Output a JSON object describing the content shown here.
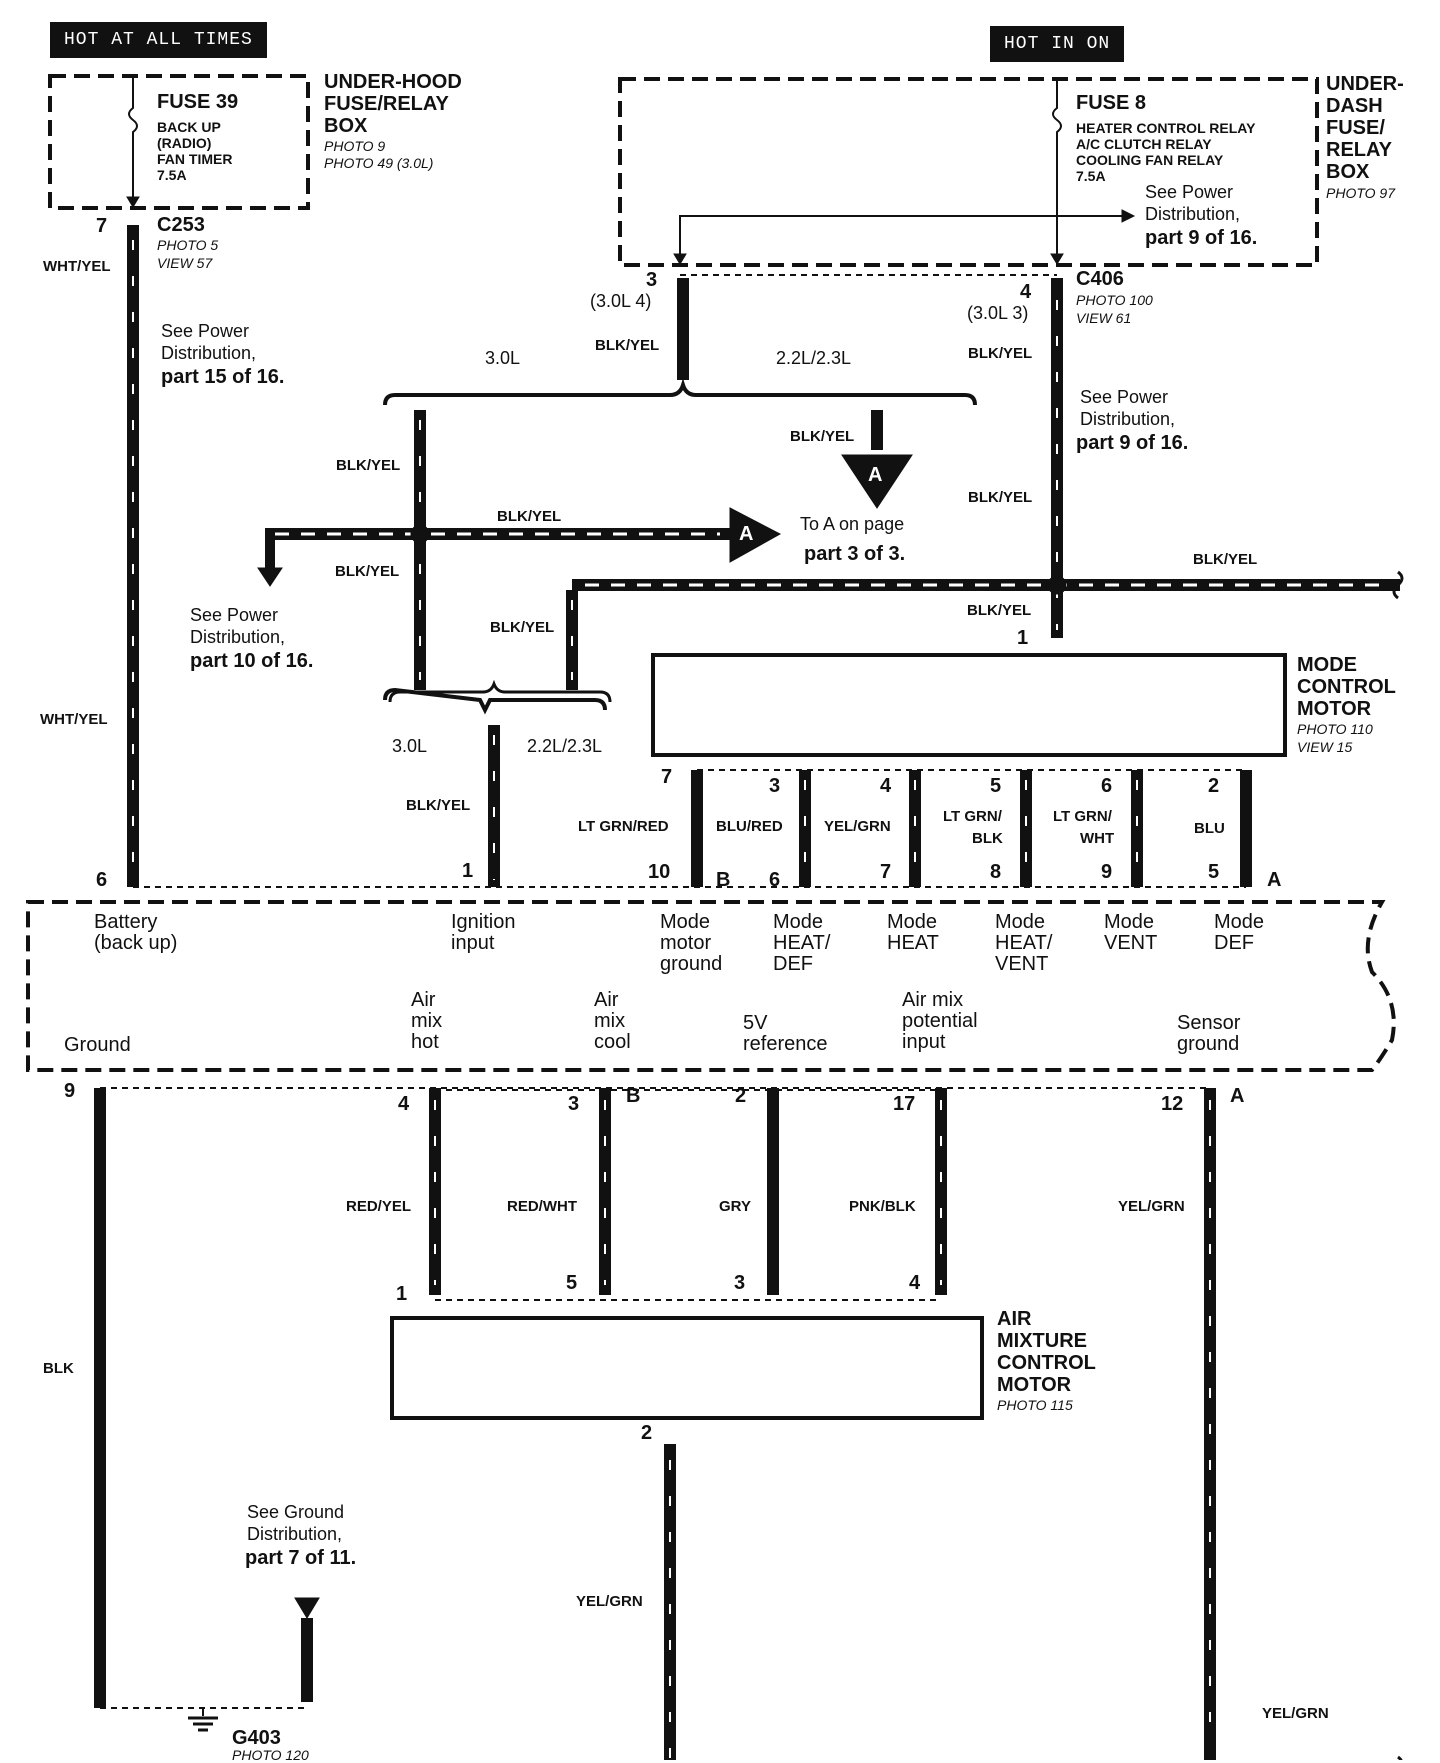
{
  "badges": {
    "hot_all_times": "HOT AT ALL TIMES",
    "hot_in_on": "HOT IN ON"
  },
  "fuse39": {
    "title": "FUSE 39",
    "lines": [
      "BACK UP",
      "(RADIO)",
      "FAN TIMER",
      "7.5A"
    ]
  },
  "under_hood": {
    "lines": [
      "UNDER-HOOD",
      "FUSE/RELAY",
      "BOX"
    ],
    "photo1": "PHOTO 9",
    "photo2": "PHOTO 49 (3.0L)"
  },
  "fuse8": {
    "title": "FUSE 8",
    "lines": [
      "HEATER CONTROL RELAY",
      "A/C CLUTCH RELAY",
      "COOLING FAN RELAY",
      "7.5A"
    ]
  },
  "under_dash": {
    "lines": [
      "UNDER-",
      "DASH",
      "FUSE/",
      "RELAY",
      "BOX"
    ],
    "photo": "PHOTO 97"
  },
  "c253": {
    "name": "C253",
    "photo": "PHOTO 5",
    "view": "VIEW 57",
    "pin": "7"
  },
  "c406": {
    "name": "C406",
    "photo": "PHOTO 100",
    "view": "VIEW 61",
    "pin": "4",
    "alt": "(3.0L 3)"
  },
  "left_conn": {
    "pin": "3",
    "alt": "(3.0L 4)"
  },
  "wires": {
    "wht_yel": "WHT/YEL",
    "blk_yel": "BLK/YEL",
    "lt_grn_red": "LT GRN/RED",
    "blu_red": "BLU/RED",
    "yel_grn": "YEL/GRN",
    "lt_grn_blk_1": "LT GRN/",
    "lt_grn_blk_2": "BLK",
    "lt_grn_wht_1": "LT GRN/",
    "lt_grn_wht_2": "WHT",
    "blu": "BLU",
    "red_yel": "RED/YEL",
    "red_wht": "RED/WHT",
    "gry": "GRY",
    "pnk_blk": "PNK/BLK",
    "blk": "BLK"
  },
  "refs": {
    "pd15": {
      "l1": "See Power",
      "l2": "Distribution,",
      "l3": "part 15 of 16."
    },
    "pd9_top": {
      "l1": "See Power",
      "l2": "Distribution,",
      "l3": "part 9  of 16."
    },
    "pd9_mid": {
      "l1": "See Power",
      "l2": "Distribution,",
      "l3": "part 9  of 16."
    },
    "pd10": {
      "l1": "See Power",
      "l2": "Distribution,",
      "l3": "part 10 of 16."
    },
    "to_a": {
      "l1": "To A on page",
      "l2": "part 3 of 3."
    },
    "gd7": {
      "l1": "See Ground",
      "l2": "Distribution,",
      "l3": "part 7 of 11."
    }
  },
  "variants": {
    "v30": "3.0L",
    "v22": "2.2L/2.3L"
  },
  "connector_letter": "A",
  "mode_motor": {
    "lines": [
      "MODE",
      "CONTROL",
      "MOTOR"
    ],
    "photo": "PHOTO 110",
    "view": "VIEW 15",
    "pins": [
      "7",
      "3",
      "4",
      "5",
      "6",
      "2"
    ]
  },
  "unit_pins_top": {
    "p6": "6",
    "p1": "1",
    "p10": "10",
    "b": "B",
    "p6b": "6",
    "p7": "7",
    "p8": "8",
    "p9": "9",
    "p5": "5",
    "a": "A"
  },
  "unit_labels": {
    "battery": [
      "Battery",
      "(back up)"
    ],
    "ignition": [
      "Ignition",
      "input"
    ],
    "mode_ground": [
      "Mode",
      "motor",
      "ground"
    ],
    "mode_heat_def": [
      "Mode",
      "HEAT/",
      "DEF"
    ],
    "mode_heat": [
      "Mode",
      "HEAT"
    ],
    "mode_heat_vent": [
      "Mode",
      "HEAT/",
      "VENT"
    ],
    "mode_vent": [
      "Mode",
      "VENT"
    ],
    "mode_def": [
      "Mode",
      "DEF"
    ],
    "ground": "Ground",
    "air_hot": [
      "Air",
      "mix",
      "hot"
    ],
    "air_cool": [
      "Air",
      "mix",
      "cool"
    ],
    "ref5v": [
      "5V",
      "reference"
    ],
    "air_pot": [
      "Air mix",
      "potential",
      "input"
    ],
    "sensor_gnd": [
      "Sensor",
      "ground"
    ]
  },
  "unit_pins_bottom": {
    "p9": "9",
    "p4": "4",
    "p3": "3",
    "b": "B",
    "p2": "2",
    "p17": "17",
    "p12": "12",
    "a": "A"
  },
  "air_motor": {
    "lines": [
      "AIR",
      "MIXTURE",
      "CONTROL",
      "MOTOR"
    ],
    "photo": "PHOTO 115",
    "pins": {
      "p1": "1",
      "p5": "5",
      "p3": "3",
      "p4": "4",
      "p2": "2"
    }
  },
  "g403": {
    "name": "G403",
    "photo": "PHOTO 120"
  }
}
